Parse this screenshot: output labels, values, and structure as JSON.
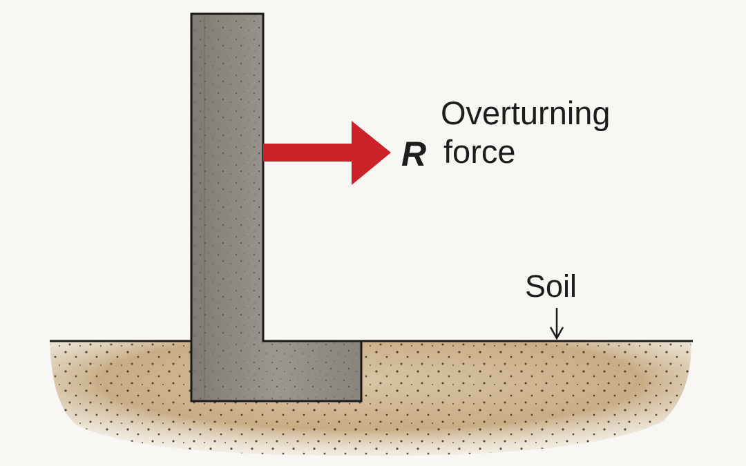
{
  "labels": {
    "overturning": "Overturning",
    "r": "R",
    "force": "force",
    "soil": "Soil"
  },
  "colors": {
    "background": "#f8f7f3",
    "concrete": "#8f8a83",
    "outline": "#1a1a1a",
    "force_arrow": "#cc2229",
    "soil": "#c9b08a"
  },
  "icons": {
    "force_arrow": "right-arrow-icon",
    "soil_pointer": "down-arrow-icon"
  }
}
